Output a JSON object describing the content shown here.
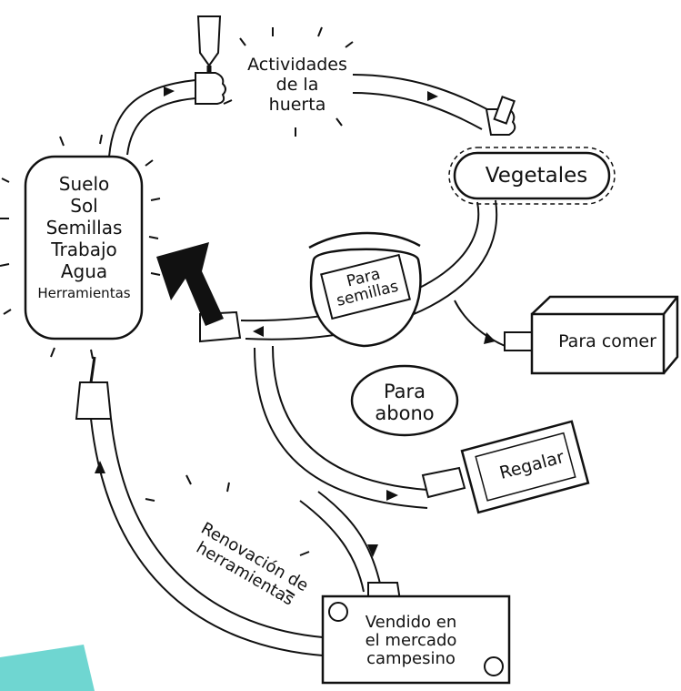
{
  "inputs": {
    "items": [
      "Suelo",
      "Sol",
      "Semillas",
      "Trabajo",
      "Agua",
      "Herramientas"
    ]
  },
  "activities": {
    "lines": [
      "Actividades",
      "de la",
      "huerta"
    ]
  },
  "vegetables": {
    "label": "Vegetales"
  },
  "seeds": {
    "lines": [
      "Para",
      "semillas"
    ]
  },
  "eat": {
    "label": "Para comer"
  },
  "compost": {
    "lines": [
      "Para",
      "abono"
    ]
  },
  "gift": {
    "label": "Regalar"
  },
  "market": {
    "lines": [
      "Vendido en",
      "el mercado",
      "campesino"
    ]
  },
  "renewal": {
    "lines": [
      "Renovación de",
      "herramientas"
    ]
  },
  "colors": {
    "ink": "#111111",
    "accent": "#6fd6d1",
    "paper": "#ffffff"
  }
}
